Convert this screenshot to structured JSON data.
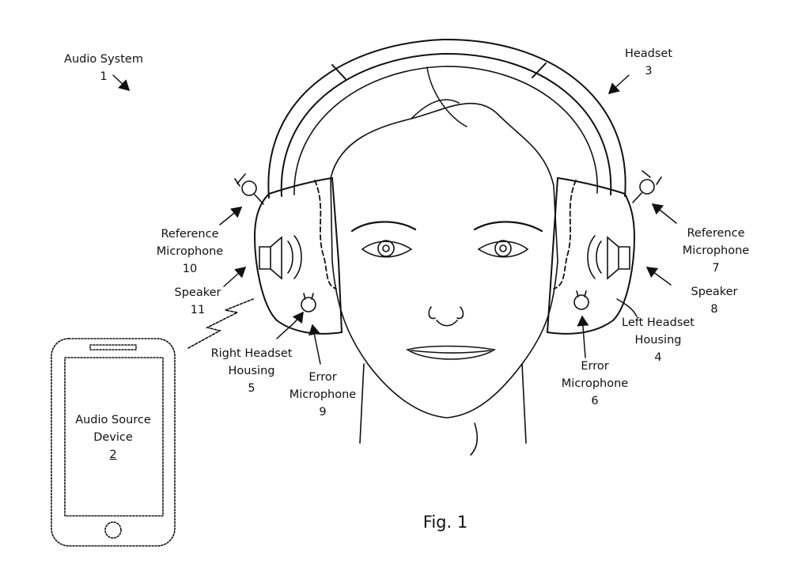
{
  "figure_title": "Fig. 1",
  "labels": {
    "audio_system": {
      "name": "Audio System",
      "num": "1"
    },
    "headset": {
      "name": "Headset",
      "num": "3"
    },
    "ref_mic_right": {
      "line1": "Reference",
      "line2": "Microphone",
      "num": "10"
    },
    "speaker_right": {
      "name": "Speaker",
      "num": "11"
    },
    "right_housing": {
      "line1": "Right Headset",
      "line2": "Housing",
      "num": "5"
    },
    "error_mic_right": {
      "line1": "Error",
      "line2": "Microphone",
      "num": "9"
    },
    "ref_mic_left": {
      "line1": "Reference",
      "line2": "Microphone",
      "num": "7"
    },
    "speaker_left": {
      "name": "Speaker",
      "num": "8"
    },
    "left_housing": {
      "line1": "Left Headset",
      "line2": "Housing",
      "num": "4"
    },
    "error_mic_left": {
      "line1": "Error",
      "line2": "Microphone",
      "num": "6"
    },
    "audio_source": {
      "line1": "Audio Source",
      "line2": "Device",
      "num": "2"
    }
  }
}
